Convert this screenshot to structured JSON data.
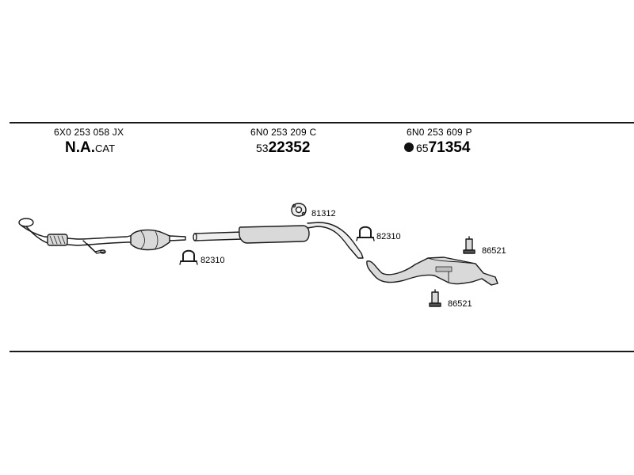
{
  "sections": [
    {
      "oem": "6X0 253 058 JX",
      "part_big": "N.A.",
      "part_suffix": "CAT"
    },
    {
      "oem": "6N0 253 209 C",
      "part_prefix": "53",
      "part_main": "22352"
    },
    {
      "oem": "6N0 253 609 P",
      "part_prefix": "65",
      "part_main": "71354",
      "marker": "filled-circle"
    }
  ],
  "callouts": {
    "flange_gasket": "81312",
    "clamp_front": "82310",
    "clamp_rear": "82310",
    "rubber_mount_top": "86521",
    "rubber_mount_bottom": "86521"
  },
  "colors": {
    "ink": "#1a1a1a",
    "part_fill": "#d9d9d9"
  }
}
